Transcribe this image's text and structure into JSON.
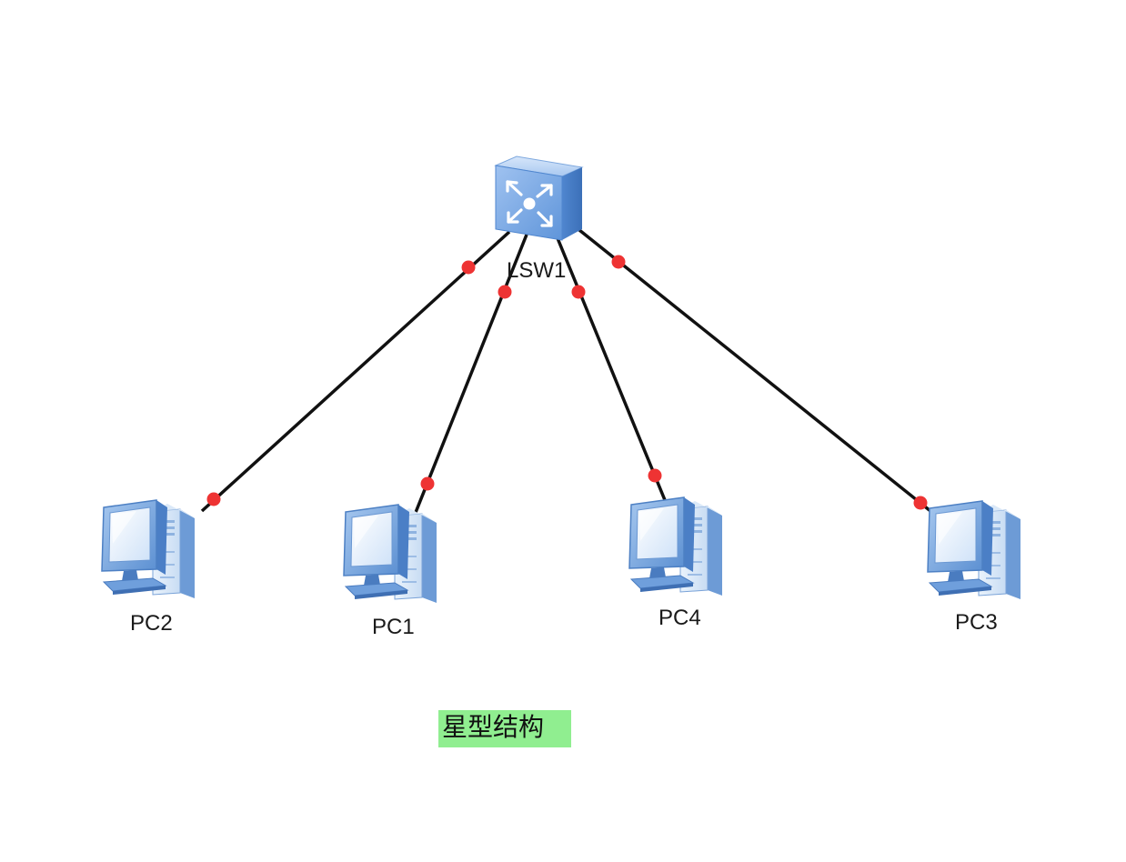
{
  "diagram": {
    "switch": {
      "label": "LSW1",
      "icon": "switch-icon"
    },
    "pcs": [
      {
        "label": "PC2",
        "icon": "pc-icon"
      },
      {
        "label": "PC1",
        "icon": "pc-icon"
      },
      {
        "label": "PC4",
        "icon": "pc-icon"
      },
      {
        "label": "PC3",
        "icon": "pc-icon"
      }
    ],
    "caption": "星型结构",
    "colors": {
      "link": "#111111",
      "port_dot": "#ee3333",
      "caption_bg": "#90ee90",
      "device_blue": "#5b8fd0"
    }
  }
}
